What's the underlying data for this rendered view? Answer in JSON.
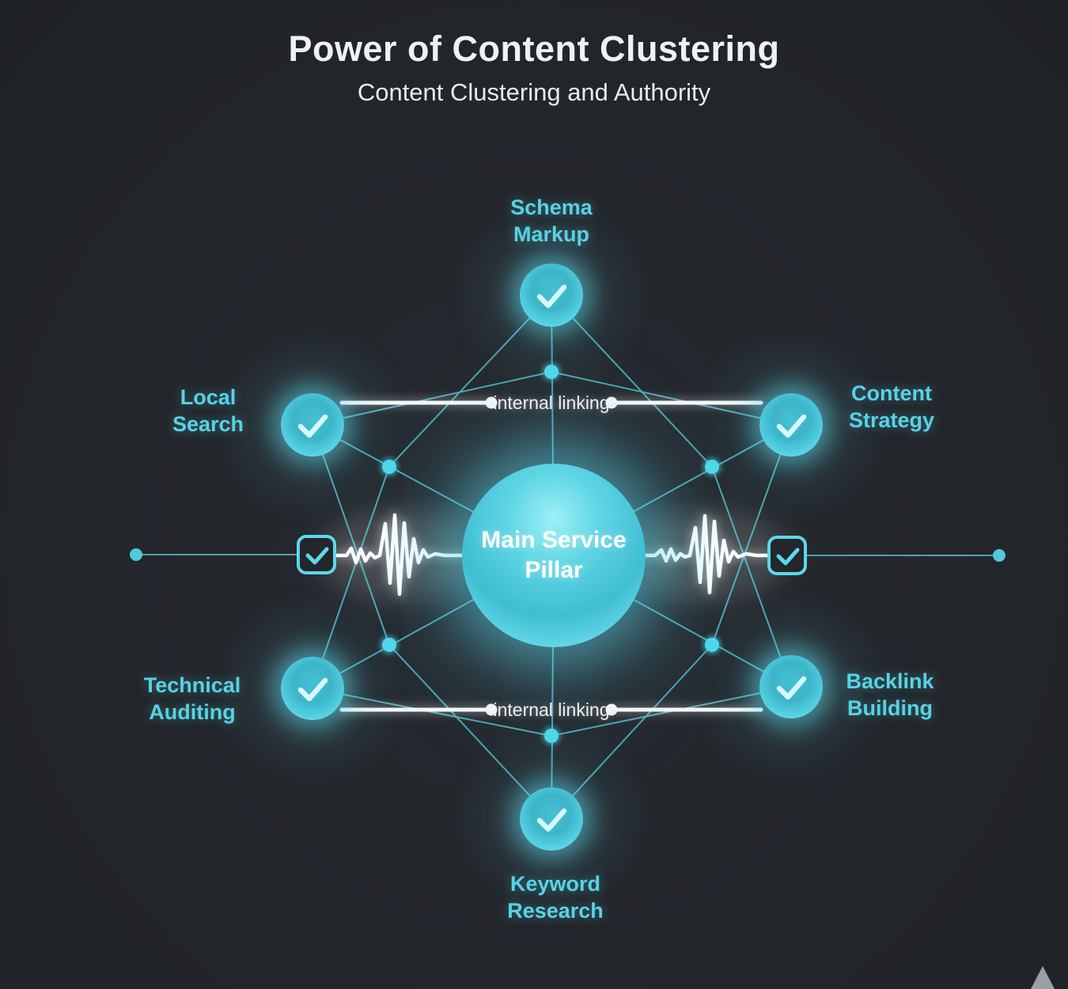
{
  "title": "Power of Content Clustering",
  "subtitle": "Content Clustering and Authority",
  "center_node": {
    "line1": "Main Service",
    "line2": "Pillar"
  },
  "nodes": {
    "schema": {
      "line1": "Schema",
      "line2": "Markup"
    },
    "local": {
      "line1": "Local",
      "line2": "Search"
    },
    "content": {
      "line1": "Content",
      "line2": "Strategy"
    },
    "technical": {
      "line1": "Technical",
      "line2": "Auditing"
    },
    "backlink": {
      "line1": "Backlink",
      "line2": "Building"
    },
    "keyword": {
      "line1": "Keyword",
      "line2": "Research"
    }
  },
  "links": {
    "top_label": "internal linking",
    "bottom_label": "internal linking"
  },
  "colors": {
    "background": "#23262b",
    "accent_cyan": "#5bd6e8",
    "label_cyan": "#58d2e4",
    "line_white": "#f5f7f8",
    "node_fill": "#55d2e3"
  }
}
